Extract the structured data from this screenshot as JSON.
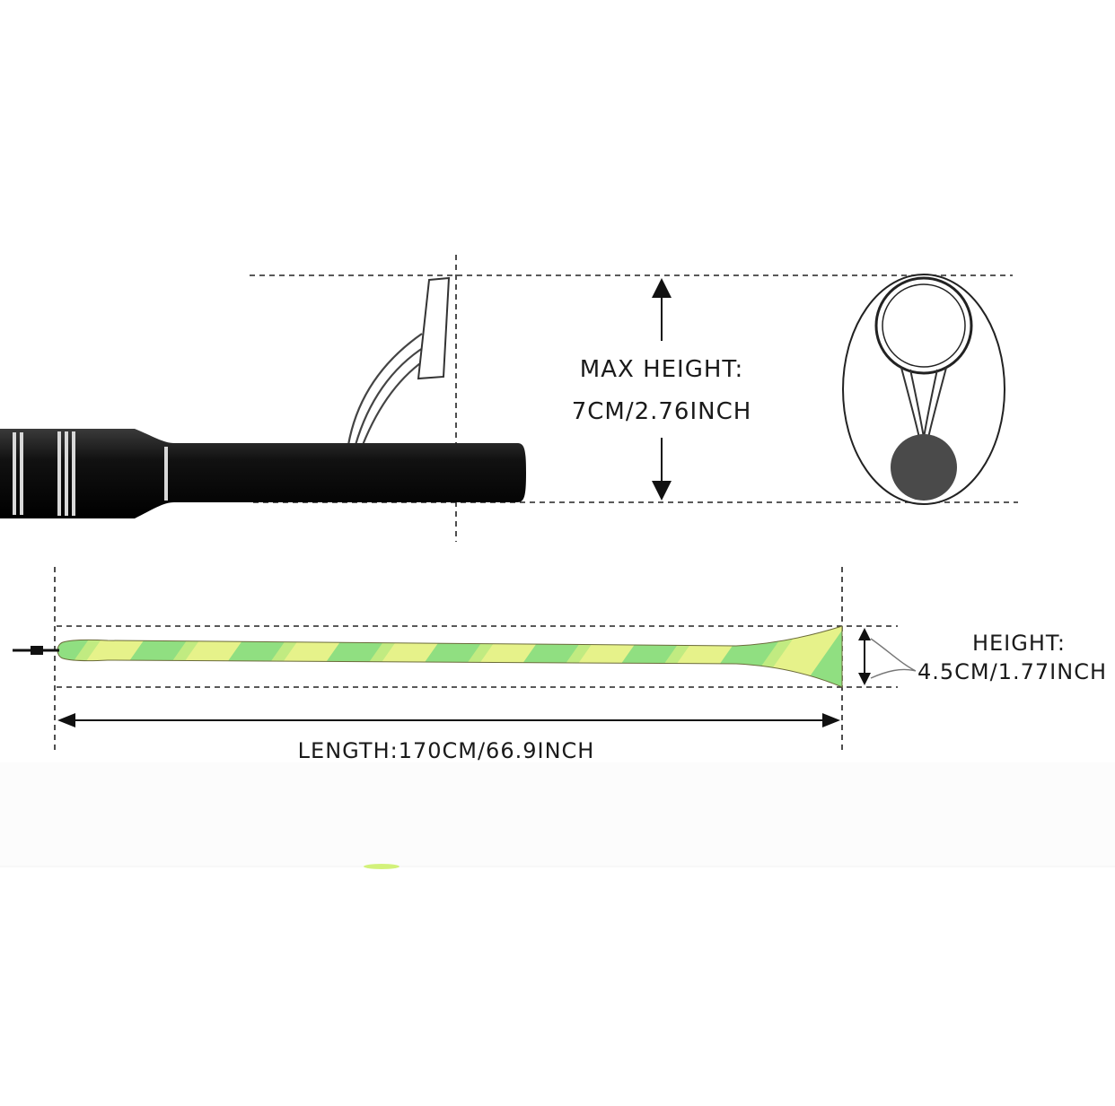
{
  "labels": {
    "max_height_title": "MAX HEIGHT:",
    "max_height_value": "7CM/2.76INCH",
    "height_title": "HEIGHT:",
    "height_value": "4.5CM/1.77INCH",
    "length": "LENGTH:170CM/66.9INCH"
  },
  "colors": {
    "rod": "#141414",
    "rod_ring": "#c8c8c8",
    "sleeve_yellow": "#e6f28a",
    "sleeve_green": "#7ddc7a",
    "ball": "#4a4a4a"
  }
}
